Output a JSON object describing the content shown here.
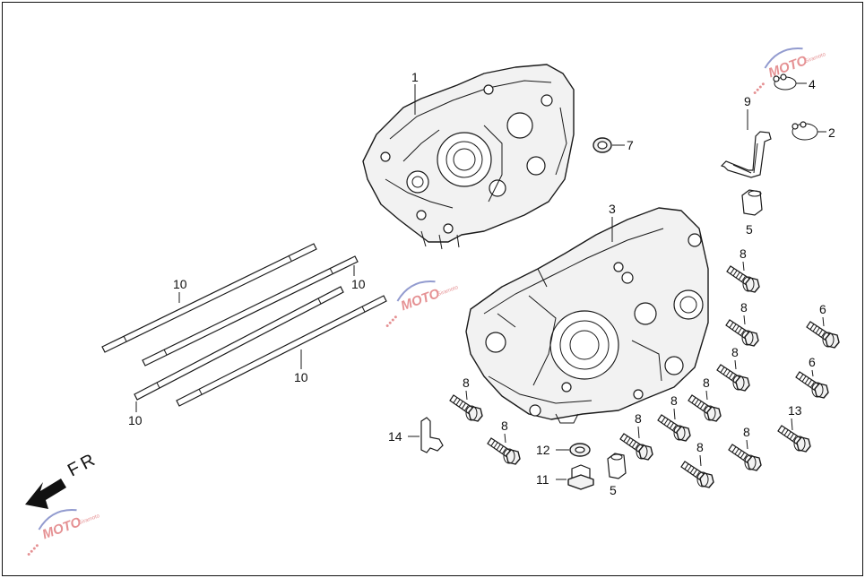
{
  "figure": {
    "direction_label": "FR",
    "watermark": {
      "text": "MOTO",
      "subtext": "Giramoto",
      "color_primary": "#d0383c",
      "color_secondary": "#3a4aa8"
    }
  },
  "parts": [
    {
      "id": "crankcase-left",
      "callout": "1"
    },
    {
      "id": "circlip-a",
      "callout": "2"
    },
    {
      "id": "crankcase-right",
      "callout": "3"
    },
    {
      "id": "circlip-b",
      "callout": "4"
    },
    {
      "id": "dowel-pin-upper",
      "callout": "5"
    },
    {
      "id": "dowel-pin-lower",
      "callout": "5"
    },
    {
      "id": "bolt-6-upper",
      "callout": "6"
    },
    {
      "id": "bolt-6-lower",
      "callout": "6"
    },
    {
      "id": "oil-seal",
      "callout": "7"
    },
    {
      "id": "bolt-8-a",
      "callout": "8"
    },
    {
      "id": "bolt-8-b",
      "callout": "8"
    },
    {
      "id": "bolt-8-c",
      "callout": "8"
    },
    {
      "id": "bolt-8-d",
      "callout": "8"
    },
    {
      "id": "bolt-8-e",
      "callout": "8"
    },
    {
      "id": "bolt-8-f",
      "callout": "8"
    },
    {
      "id": "bolt-8-g",
      "callout": "8"
    },
    {
      "id": "bolt-8-h",
      "callout": "8"
    },
    {
      "id": "bolt-8-i",
      "callout": "8"
    },
    {
      "id": "bolt-8-j",
      "callout": "8"
    },
    {
      "id": "bolt-8-k",
      "callout": "8"
    },
    {
      "id": "breather-tube",
      "callout": "9"
    },
    {
      "id": "stud-a",
      "callout": "10"
    },
    {
      "id": "stud-b",
      "callout": "10"
    },
    {
      "id": "stud-c",
      "callout": "10"
    },
    {
      "id": "stud-d",
      "callout": "10"
    },
    {
      "id": "drain-plug",
      "callout": "11"
    },
    {
      "id": "washer",
      "callout": "12"
    },
    {
      "id": "bolt-13",
      "callout": "13"
    },
    {
      "id": "clamp",
      "callout": "14"
    }
  ]
}
